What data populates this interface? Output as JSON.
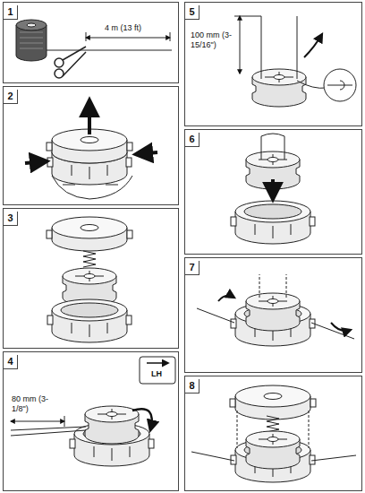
{
  "diagram": {
    "nodes": [
      {
        "text": [
          "1"
        ]
      },
      {
        "text": [
          "2"
        ]
      },
      {
        "text": [
          "3"
        ]
      },
      {
        "text": [
          "4"
        ]
      },
      {
        "text": [
          "5"
        ]
      },
      {
        "text": [
          "6"
        ]
      },
      {
        "text": [
          "7"
        ]
      },
      {
        "text": [
          "8"
        ]
      }
    ],
    "labels": [
      "4 m (13 ft)",
      "80 mm (3-1/8\")",
      "LH",
      "100 mm (3-15/16\")"
    ]
  }
}
